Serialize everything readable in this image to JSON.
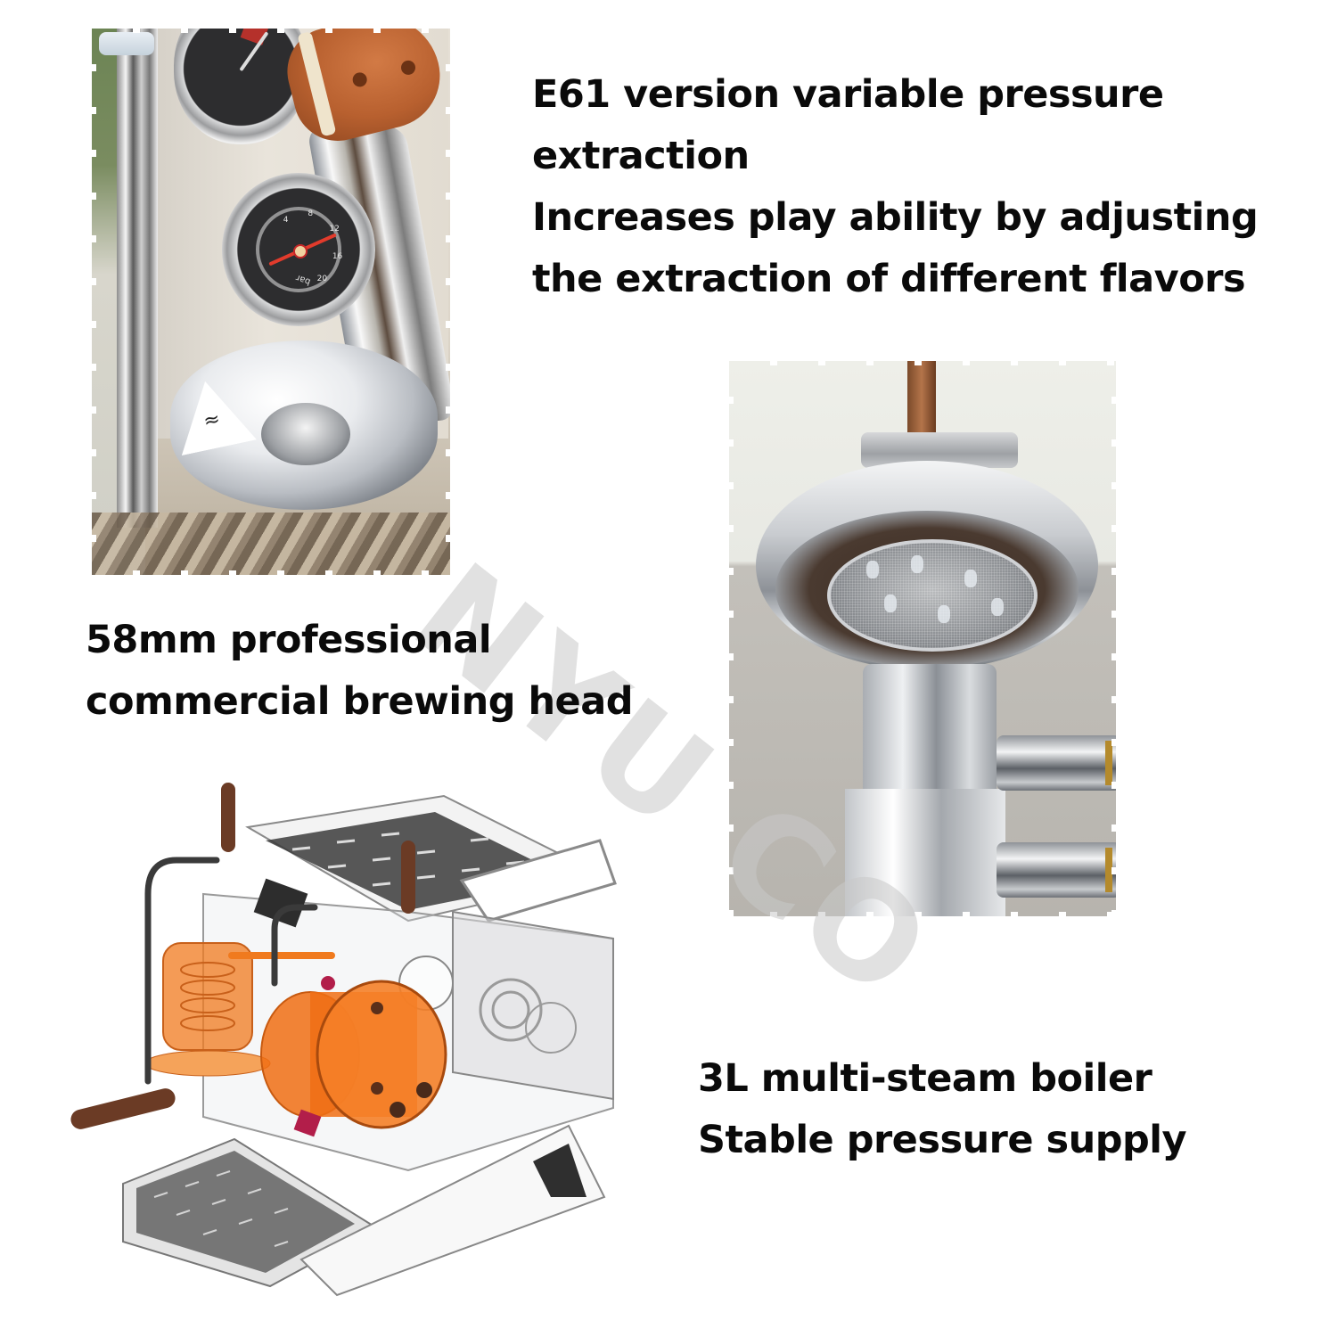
{
  "features": [
    {
      "id": "e61",
      "lines": [
        "E61 version variable pressure",
        "extraction",
        "Increases play ability by adjusting",
        "the extraction of different flavors"
      ]
    },
    {
      "id": "brewing_head",
      "lines": [
        "58mm professional",
        "commercial brewing head"
      ]
    },
    {
      "id": "boiler",
      "lines": [
        "3L multi-steam boiler",
        "Stable pressure supply"
      ]
    }
  ],
  "images": {
    "gauges_photo": {
      "description": "Close-up of E61 group with pressure gauges and wooden lever handle",
      "main_gauge": {
        "unit": "bar",
        "ticks": [
          "4",
          "8",
          "12",
          "16",
          "20"
        ]
      },
      "warning_label": "hot-surface"
    },
    "shower_screen_photo": {
      "description": "Underside view of 58mm brew head with shower screen"
    },
    "cutaway_diagram": {
      "description": "Transparent cutaway render of espresso machine showing orange boiler and group"
    }
  },
  "watermark": {
    "text": "NYU CO"
  },
  "colors": {
    "text": "#0a0a0a",
    "background": "#ffffff",
    "boiler_orange": "#f07a1e",
    "wood": "#6b3b25",
    "gauge_needle": "#e23b2c",
    "watermark": "#cfcfcf"
  }
}
